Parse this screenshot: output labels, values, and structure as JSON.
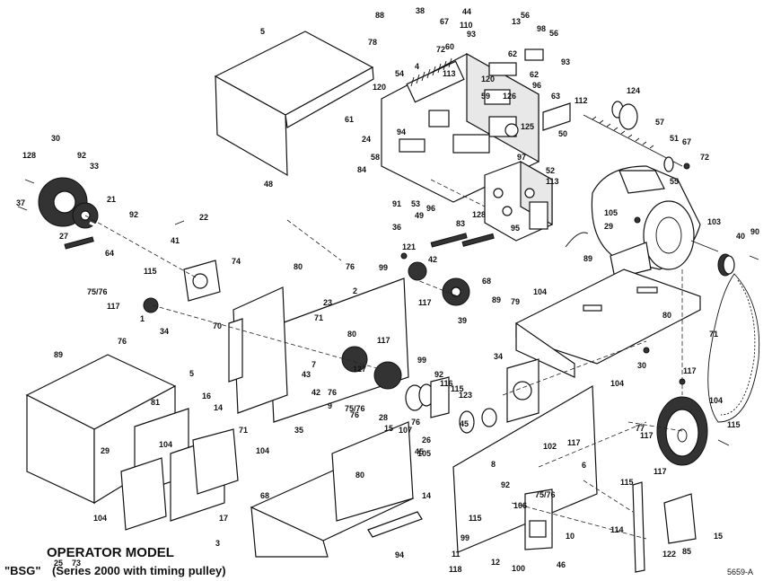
{
  "title": {
    "line1": "OPERATOR MODEL",
    "model": "\"BSG\"",
    "line2": "(Series 2000 with timing pulley)"
  },
  "drawing_code": "5659-A",
  "callouts": [
    "88",
    "38",
    "44",
    "56",
    "13",
    "67",
    "110",
    "93",
    "98",
    "56",
    "78",
    "72",
    "60",
    "62",
    "93",
    "5",
    "4",
    "62",
    "120",
    "54",
    "113",
    "96",
    "120",
    "59",
    "126",
    "63",
    "112",
    "124",
    "61",
    "94",
    "125",
    "50",
    "57",
    "24",
    "58",
    "97",
    "51",
    "67",
    "72",
    "84",
    "52",
    "113",
    "128",
    "30",
    "92",
    "33",
    "91",
    "53",
    "49",
    "96",
    "128",
    "95",
    "55",
    "48",
    "21",
    "37",
    "92",
    "22",
    "105",
    "103",
    "90",
    "29",
    "121",
    "36",
    "83",
    "40",
    "27",
    "41",
    "89",
    "64",
    "74",
    "42",
    "80",
    "76",
    "99",
    "68",
    "2",
    "75/76",
    "115",
    "79",
    "89",
    "117",
    "80",
    "23",
    "104",
    "117",
    "1",
    "34",
    "39",
    "70",
    "71",
    "7",
    "80",
    "76",
    "117",
    "127",
    "71",
    "5",
    "43",
    "99",
    "34",
    "30",
    "117",
    "89",
    "42",
    "116",
    "92",
    "16",
    "76",
    "115",
    "9",
    "104",
    "123",
    "45",
    "104",
    "81",
    "76",
    "28",
    "15",
    "76",
    "35",
    "75/76",
    "26",
    "115",
    "117",
    "71",
    "77",
    "29",
    "104",
    "105",
    "14",
    "80",
    "107",
    "117",
    "45",
    "117",
    "6",
    "102",
    "115",
    "92",
    "104",
    "8",
    "106",
    "68",
    "14",
    "75/76",
    "17",
    "115",
    "10",
    "15",
    "104",
    "99",
    "114",
    "3",
    "85",
    "94",
    "11",
    "12",
    "100",
    "46",
    "122",
    "118",
    "25",
    "73"
  ],
  "colors": {
    "line": "#111111",
    "background": "#ffffff",
    "shade": "#e8e8e8"
  }
}
